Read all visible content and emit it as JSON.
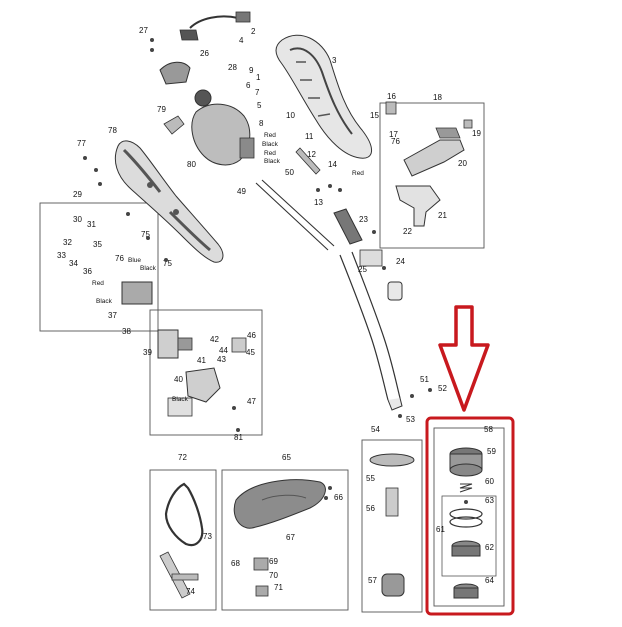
{
  "colors": {
    "line": "#333333",
    "part_fill": "#d9d9d9",
    "part_dark": "#555555",
    "highlight": "#c8191e",
    "text": "#111111"
  },
  "wire_labels": {
    "red_a": "Red",
    "black_a": "Black",
    "red_b": "Red",
    "black_b": "Black",
    "blue": "Blue",
    "black_c": "Black",
    "red_c": "Red",
    "black_d": "Black",
    "red_d": "Red",
    "black_e": "Black"
  },
  "callouts": {
    "n1": "1",
    "n2": "2",
    "n3": "3",
    "n4": "4",
    "n5": "5",
    "n6": "6",
    "n7": "7",
    "n8": "8",
    "n9": "9",
    "n10": "10",
    "n11": "11",
    "n12": "12",
    "n13": "13",
    "n14": "14",
    "n15": "15",
    "n16": "16",
    "n17": "17",
    "n18": "18",
    "n19": "19",
    "n20": "20",
    "n21": "21",
    "n22": "22",
    "n23": "23",
    "n24": "24",
    "n25": "25",
    "n26": "26",
    "n27": "27",
    "n28": "28",
    "n29": "29",
    "n30": "30",
    "n31": "31",
    "n32": "32",
    "n33": "33",
    "n34": "34",
    "n35": "35",
    "n36": "36",
    "n37": "37",
    "n38": "38",
    "n39": "39",
    "n40": "40",
    "n41": "41",
    "n42": "42",
    "n43": "43",
    "n44": "44",
    "n45": "45",
    "n46": "46",
    "n47": "47",
    "n49": "49",
    "n50": "50",
    "n51": "51",
    "n52": "52",
    "n53": "53",
    "n54": "54",
    "n55": "55",
    "n56": "56",
    "n57": "57",
    "n58": "58",
    "n59": "59",
    "n60": "60",
    "n61": "61",
    "n62": "62",
    "n63": "63",
    "n64": "64",
    "n65": "65",
    "n66": "66",
    "n67": "67",
    "n68": "68",
    "n69": "69",
    "n70": "70",
    "n71": "71",
    "n72": "72",
    "n73": "73",
    "n74": "74",
    "n75a": "75",
    "n75b": "75",
    "n76a": "76",
    "n76b": "76",
    "n77": "77",
    "n78": "78",
    "n79": "79",
    "n80": "80",
    "n81": "81"
  }
}
